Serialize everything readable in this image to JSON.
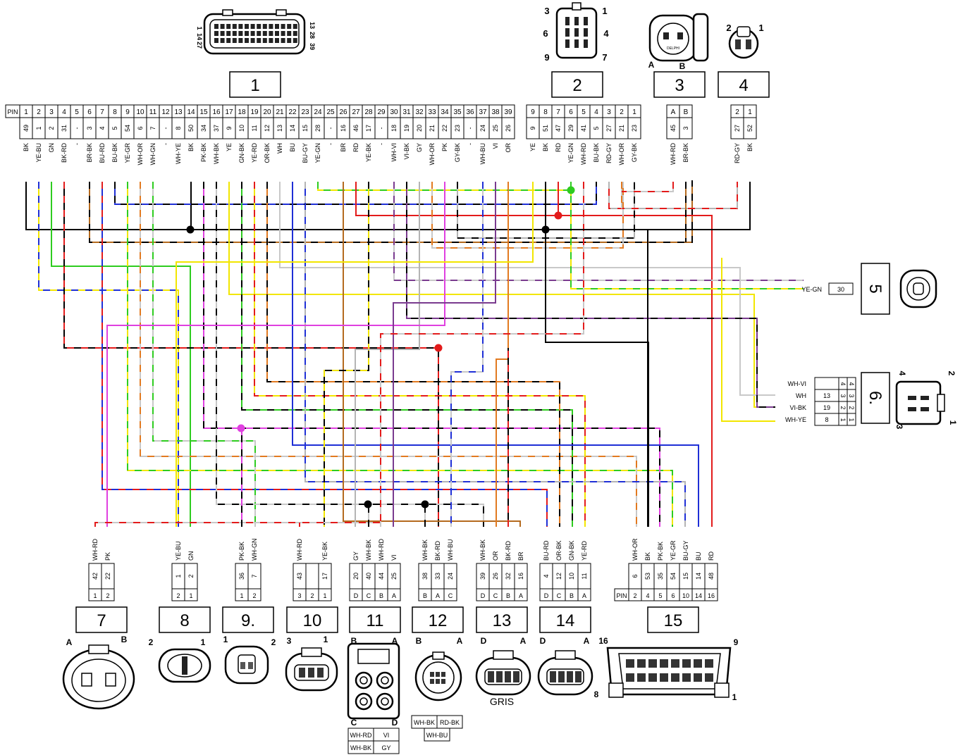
{
  "ecu": {
    "number": "1",
    "pin_header": "PIN",
    "pins": [
      "1",
      "2",
      "3",
      "4",
      "5",
      "6",
      "7",
      "8",
      "9",
      "10",
      "11",
      "12",
      "13",
      "14",
      "15",
      "16",
      "17",
      "18",
      "19",
      "20",
      "21",
      "22",
      "23",
      "24",
      "25",
      "26",
      "27",
      "28",
      "29",
      "30",
      "31",
      "32",
      "33",
      "34",
      "35",
      "36",
      "37",
      "38",
      "39"
    ],
    "codes": [
      "49",
      "1",
      "2",
      "31",
      "-",
      "3",
      "4",
      "5",
      "54",
      "6",
      "7",
      "-",
      "8",
      "50",
      "34",
      "37",
      "9",
      "10",
      "11",
      "12",
      "13",
      "14",
      "15",
      "28",
      "-",
      "16",
      "46",
      "17",
      "-",
      "18",
      "19",
      "20",
      "21",
      "22",
      "23",
      "-",
      "24",
      "25",
      "26"
    ],
    "colors": [
      "BK",
      "YE-BU",
      "GN",
      "BK-RD",
      "-",
      "BR-BK",
      "BU-RD",
      "BU-BK",
      "YE-GR",
      "WH-OR",
      "WH-GN",
      "-",
      "WH-YE",
      "BK",
      "PK-BK",
      "WH-BK",
      "YE",
      "GN-BK",
      "YE-RD",
      "OR-BK",
      "WH",
      "BU",
      "BU-GY",
      "YE-GN",
      "-",
      "BR",
      "RD",
      "YE-BK",
      "-",
      "WH-VI",
      "VI-BK",
      "GY",
      "WH-OR",
      "PK",
      "GY-BK",
      "-",
      "WH-BU",
      "VI",
      "OR"
    ],
    "icon_labels": [
      "1",
      "14",
      "27",
      "13",
      "28",
      "39"
    ]
  },
  "c2": {
    "number": "2",
    "pins": [
      "9",
      "8",
      "7",
      "6",
      "5",
      "4",
      "3",
      "2",
      "1"
    ],
    "codes": [
      "9",
      "51",
      "47",
      "29",
      "41",
      "5",
      "27",
      "21",
      "23"
    ],
    "colors": [
      "YE",
      "BK",
      "RD",
      "YE-GN",
      "WH-RD",
      "BU-BK",
      "RD-GY",
      "WH-OR",
      "GY-BK"
    ],
    "icon_labels": [
      "3",
      "1",
      "6",
      "4",
      "9",
      "7"
    ]
  },
  "c3": {
    "number": "3",
    "pins": [
      "A",
      "B"
    ],
    "codes": [
      "45",
      "3"
    ],
    "colors": [
      "WH-RD",
      "BR-BK"
    ],
    "icon_labels": [
      "A",
      "B"
    ],
    "icon_text": "DELPHI"
  },
  "c4": {
    "number": "4",
    "pins": [
      "2",
      "1"
    ],
    "codes": [
      "27",
      "52"
    ],
    "colors": [
      "RD-GY",
      "BK"
    ],
    "icon_labels": [
      "2",
      "1"
    ]
  },
  "c5": {
    "number": "5",
    "wire": "YE-GN",
    "code": "30"
  },
  "c6": {
    "number": "6.",
    "wires": [
      "WH-VI",
      "WH",
      "VI-BK",
      "WH-YE"
    ],
    "codes": [
      "",
      "13",
      "19",
      "8"
    ],
    "pins_a": [
      "4",
      "3",
      "2",
      "1"
    ],
    "pins_b": [
      "4",
      "3",
      "2",
      "1"
    ],
    "icon_labels": [
      "2",
      "4",
      "1",
      "3"
    ]
  },
  "bottom": [
    {
      "number": "7",
      "colors": [
        "WH-RD",
        "PK"
      ],
      "codes": [
        "42",
        "22"
      ],
      "pins": [
        "1",
        "2"
      ],
      "icon_labels": [
        "A",
        "B"
      ]
    },
    {
      "number": "8",
      "colors": [
        "YE-BU",
        "GN"
      ],
      "codes": [
        "1",
        "2"
      ],
      "pins": [
        "2",
        "1"
      ],
      "icon_labels": [
        "2",
        "1"
      ]
    },
    {
      "number": "9.",
      "colors": [
        "PK-BK",
        "WH-GN"
      ],
      "codes": [
        "36",
        "7"
      ],
      "pins": [
        "1",
        "2"
      ],
      "icon_labels": [
        "1",
        "2"
      ]
    },
    {
      "number": "10",
      "colors": [
        "WH-RD",
        "",
        "YE-BK"
      ],
      "codes": [
        "43",
        "",
        "17"
      ],
      "pins": [
        "3",
        "2",
        "1"
      ],
      "icon_labels": [
        "3",
        "1"
      ]
    },
    {
      "number": "11",
      "colors": [
        "GY",
        "WH-BK",
        "WH-RD",
        "VI"
      ],
      "codes": [
        "20",
        "40",
        "44",
        "25"
      ],
      "pins": [
        "D",
        "C",
        "B",
        "A"
      ],
      "icon_labels": [
        "B",
        "A",
        "C",
        "D"
      ]
    },
    {
      "number": "12",
      "colors": [
        "WH-BK",
        "BK-RD",
        "WH-BU"
      ],
      "codes": [
        "38",
        "33",
        "24"
      ],
      "pins": [
        "B",
        "A",
        "C"
      ],
      "icon_labels": [
        "B",
        "A"
      ]
    },
    {
      "number": "13",
      "colors": [
        "WH-BK",
        "OR",
        "BK-RD",
        "BR"
      ],
      "codes": [
        "39",
        "26",
        "32",
        "16"
      ],
      "pins": [
        "D",
        "C",
        "B",
        "A"
      ],
      "icon_labels": [
        "D",
        "A"
      ],
      "caption": "GRIS"
    },
    {
      "number": "14",
      "colors": [
        "BU-RD",
        "OR-BK",
        "GN-BK",
        "YE-RD"
      ],
      "codes": [
        "4",
        "12",
        "10",
        "11"
      ],
      "pins": [
        "D",
        "C",
        "B",
        "A"
      ],
      "icon_labels": [
        "D",
        "A"
      ]
    },
    {
      "number": "15",
      "pin_header": "PIN",
      "colors": [
        "WH-OR",
        "BK",
        "PK-BK",
        "YE-GR",
        "BU-GY",
        "BU",
        "RD"
      ],
      "codes": [
        "6",
        "53",
        "35",
        "54",
        "15",
        "14",
        "48"
      ],
      "pins": [
        "2",
        "4",
        "5",
        "6",
        "10",
        "14",
        "16"
      ],
      "icon_labels": [
        "16",
        "9",
        "8",
        "1"
      ]
    }
  ],
  "c11_table": [
    [
      "WH-RD",
      "VI"
    ],
    [
      "WH-BK",
      "GY"
    ]
  ],
  "c12_table": [
    [
      "WH-BK",
      "RD-BK"
    ],
    [
      "WH-BU"
    ]
  ],
  "wire_colors": {
    "BK": "#000000",
    "YE": "#f2e600",
    "RD": "#e31b1b",
    "GN": "#2ecc1f",
    "BU": "#1f2fd6",
    "WH": "#c8c8c8",
    "GY": "#b4b4b4",
    "OR": "#e27a20",
    "BR": "#b46a1e",
    "PK": "#e040e0",
    "VI": "#7a3b8f"
  }
}
